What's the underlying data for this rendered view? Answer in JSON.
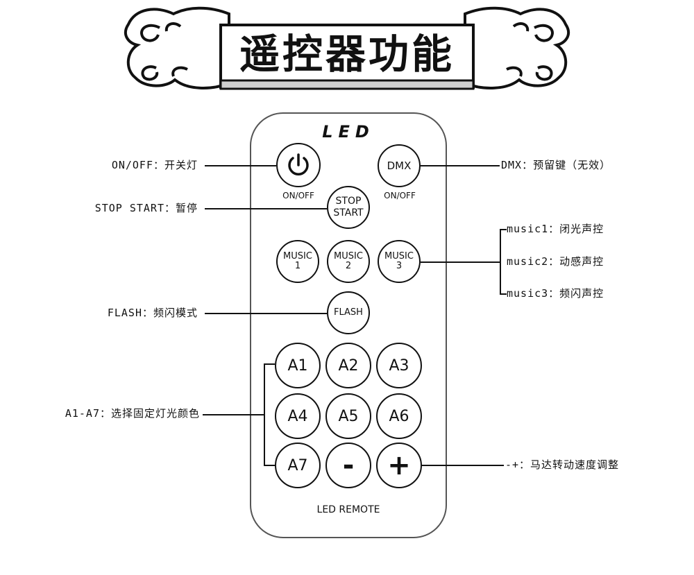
{
  "title": "遥控器功能",
  "remote": {
    "brand": "LED",
    "bottom_label": "LED REMOTE",
    "buttons": {
      "dmx": "DMX",
      "stop": "STOP",
      "start": "START",
      "onoff_label": "ON/OFF",
      "dmx_onoff_label": "ON/OFF",
      "music": "MUSIC",
      "music1_num": "1",
      "music2_num": "2",
      "music3_num": "3",
      "flash": "FLASH",
      "a1": "A1",
      "a2": "A2",
      "a3": "A3",
      "a4": "A4",
      "a5": "A5",
      "a6": "A6",
      "a7": "A7",
      "minus": "-",
      "plus": "+"
    }
  },
  "annotations": {
    "onoff": "ON/OFF：开关灯",
    "stop_start": "STOP START：暂停",
    "flash": "FLASH：频闪模式",
    "a1_a7": "A1-A7：选择固定灯光颜色",
    "dmx": "DMX：预留键（无效）",
    "music1": "music1：闭光声控",
    "music2": "music2：动感声控",
    "music3": "music3：频闪声控",
    "speed": "-+：马达转动速度调整"
  },
  "icons": [
    "power-icon",
    "cloud-ornament-icon"
  ]
}
